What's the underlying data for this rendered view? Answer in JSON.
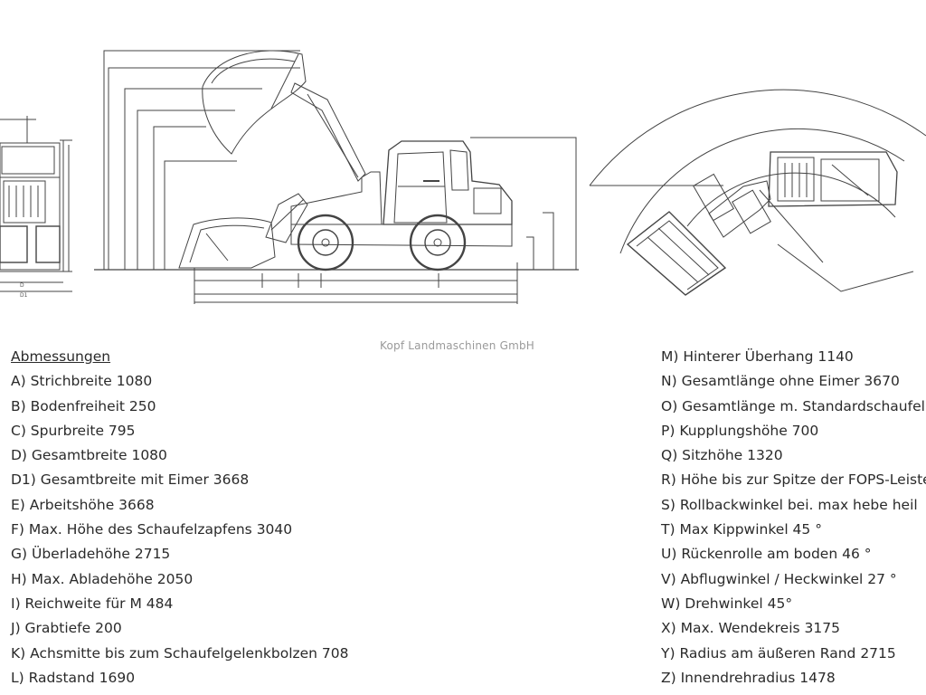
{
  "watermark": "Kopf Landmaschinen GmbH",
  "heading": "Abmessungen",
  "left_items": [
    "A) Strichbreite 1080",
    "B) Bodenfreiheit 250",
    "C) Spurbreite 795",
    "D) Gesamtbreite 1080",
    "D1) Gesamtbreite mit Eimer 3668",
    "E) Arbeitshöhe 3668",
    "F) Max. Höhe des Schaufelzapfens 3040",
    "G) Überladehöhe 2715",
    "H) Max. Abladehöhe 2050",
    "I) Reichweite für M 484",
    "J) Grabtiefe 200",
    "K) Achsmitte bis zum Schaufelgelenkbolzen 708",
    "L) Radstand 1690"
  ],
  "right_items": [
    "M) Hinterer Überhang 1140",
    "N) Gesamtlänge ohne Eimer 3670",
    "O) Gesamtlänge m. Standardschaufel",
    "P) Kupplungshöhe 700",
    "Q) Sitzhöhe 1320",
    "R) Höhe bis zur Spitze der FOPS-Leiste",
    "S) Rollbackwinkel bei. max hebe heil",
    "T) Max Kippwinkel 45 °",
    "U) Rückenrolle am boden 46 °",
    "V) Abflugwinkel / Heckwinkel 27 °",
    "W) Drehwinkel 45°",
    "X) Max. Wendekreis 3175",
    "Y) Radius am äußeren Rand 2715",
    "Z) Innendrehradius 1478"
  ],
  "front_view_labels": [
    "D",
    "D1"
  ]
}
